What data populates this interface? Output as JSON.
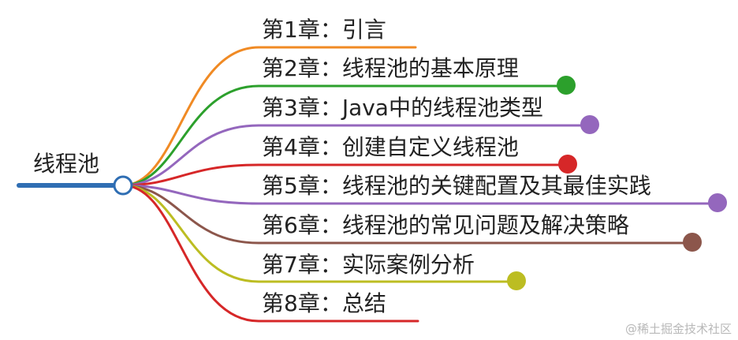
{
  "root": {
    "label": "线程池",
    "color": "#2f6eb3"
  },
  "branches": [
    {
      "label": "第1章：引言",
      "color": "#f08a24",
      "dot": false
    },
    {
      "label": "第2章：线程池的基本原理",
      "color": "#2ca02c",
      "dot": true
    },
    {
      "label": "第3章：Java中的线程池类型",
      "color": "#9467bd",
      "dot": true
    },
    {
      "label": "第4章：创建自定义线程池",
      "color": "#d62728",
      "dot": true
    },
    {
      "label": "第5章：线程池的关键配置及其最佳实践",
      "color": "#9467bd",
      "dot": true
    },
    {
      "label": "第6章：线程池的常见问题及解决策略",
      "color": "#8c564b",
      "dot": true
    },
    {
      "label": "第7章：实际案例分析",
      "color": "#bcbd22",
      "dot": true
    },
    {
      "label": "第8章：总结",
      "color": "#d62728",
      "dot": false
    }
  ],
  "watermark": "@稀土掘金技术社区"
}
